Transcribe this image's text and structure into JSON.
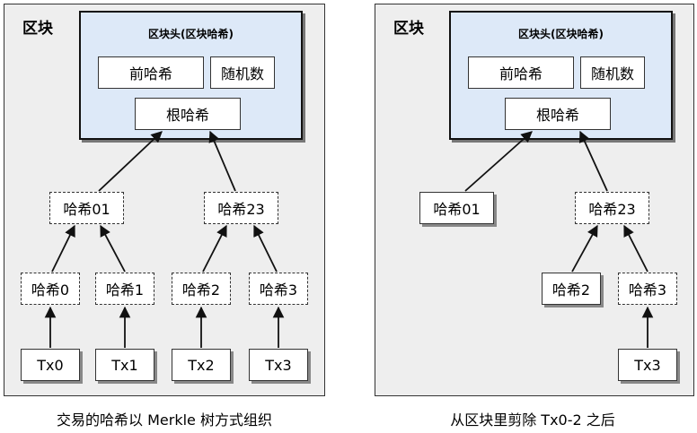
{
  "left": {
    "block_label": "区块",
    "header_title": "区块头(区块哈希)",
    "prev_hash": "前哈希",
    "nonce": "随机数",
    "root_hash": "根哈希",
    "hash01": "哈希01",
    "hash23": "哈希23",
    "hash0": "哈希0",
    "hash1": "哈希1",
    "hash2": "哈希2",
    "hash3": "哈希3",
    "tx0": "Tx0",
    "tx1": "Tx1",
    "tx2": "Tx2",
    "tx3": "Tx3",
    "caption": "交易的哈希以 Merkle 树方式组织"
  },
  "right": {
    "block_label": "区块",
    "header_title": "区块头(区块哈希)",
    "prev_hash": "前哈希",
    "nonce": "随机数",
    "root_hash": "根哈希",
    "hash01": "哈希01",
    "hash23": "哈希23",
    "hash2": "哈希2",
    "hash3": "哈希3",
    "tx3": "Tx3",
    "caption": "从区块里剪除 Tx0-2 之后"
  }
}
